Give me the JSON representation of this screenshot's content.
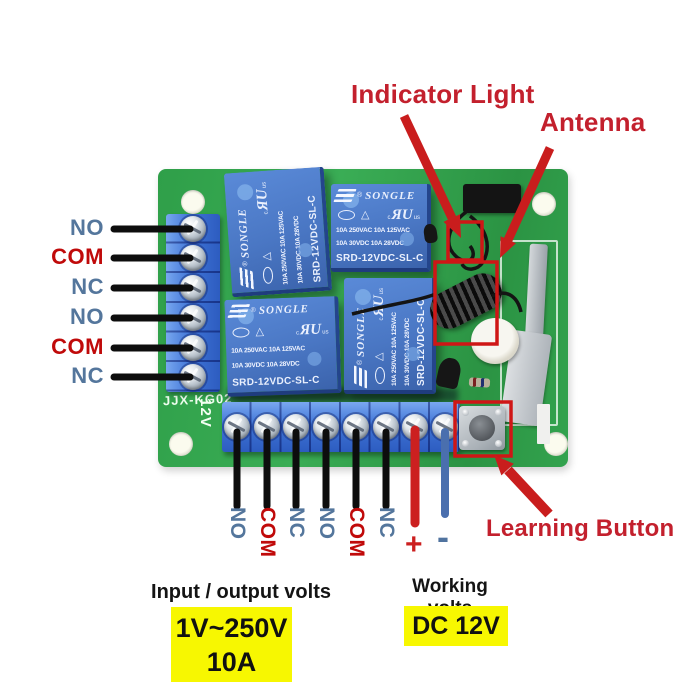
{
  "annotations": {
    "indicator_light": "Indicator Light",
    "antenna": "Antenna",
    "learning_button": "Learning Button"
  },
  "left_pins": [
    {
      "label": "NO",
      "color": "#54769c"
    },
    {
      "label": "COM",
      "color": "#c00a0a"
    },
    {
      "label": "NC",
      "color": "#54769c"
    },
    {
      "label": "NO",
      "color": "#54769c"
    },
    {
      "label": "COM",
      "color": "#c00a0a"
    },
    {
      "label": "NC",
      "color": "#54769c"
    }
  ],
  "bottom_pins": [
    {
      "label": "NO",
      "color": "#54769c"
    },
    {
      "label": "COM",
      "color": "#c00a0a"
    },
    {
      "label": "NC",
      "color": "#54769c"
    },
    {
      "label": "NO",
      "color": "#54769c"
    },
    {
      "label": "COM",
      "color": "#c00a0a"
    },
    {
      "label": "NC",
      "color": "#54769c"
    }
  ],
  "power_pins": {
    "plus": {
      "label": "+",
      "color": "#cc1f1f"
    },
    "minus": {
      "label": "-",
      "color": "#50739f"
    }
  },
  "board": {
    "model_silkscreen": "JJX-KG02",
    "voltage_silkscreen": "12V"
  },
  "relay": {
    "brand": "SONGLE",
    "reg_mark": "®",
    "rating_line1": "10A 250VAC 10A 125VAC",
    "rating_line2": "10A 30VDC 10A 28VDC",
    "model": "SRD-12VDC-SL-C",
    "ul_prefix": "c",
    "ul_mark": "ЯU",
    "ul_suffix": "us",
    "vde_triangle": "△"
  },
  "specs": {
    "io_label": "Input / output volts",
    "io_value_line1": "1V~250V",
    "io_value_line2": "10A",
    "working_label": "Working volts",
    "working_value": "DC 12V"
  },
  "colors": {
    "pcb_green": "#2f9f49",
    "relay_blue": "#4a77c4",
    "terminal_blue": "#3f74d6",
    "annotation_red": "#c3202d",
    "arrow_red": "#c91d1d",
    "highlight_yellow": "#f7f701",
    "wire_black": "#0d0d0d",
    "wire_red": "#cc2020",
    "wire_blue": "#4a6fae",
    "label_blue": "#54769c",
    "label_red": "#c00a0a"
  }
}
